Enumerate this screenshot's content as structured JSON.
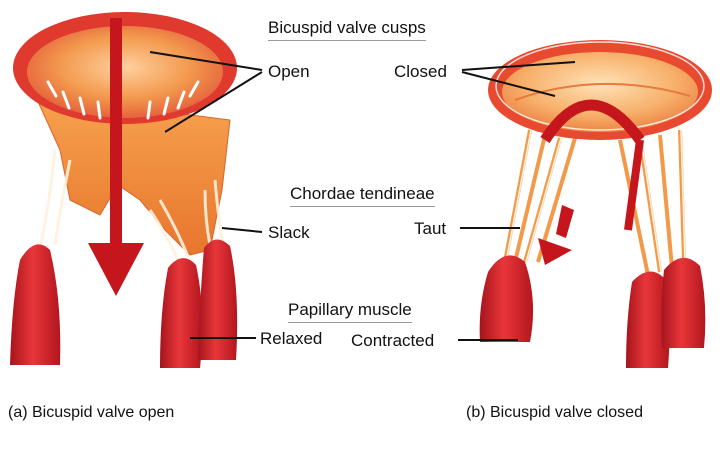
{
  "headings": {
    "cusps": "Bicuspid valve cusps",
    "chordae": "Chordae tendineae",
    "papillary": "Papillary muscle"
  },
  "labels": {
    "open": "Open",
    "closed": "Closed",
    "slack": "Slack",
    "taut": "Taut",
    "relaxed": "Relaxed",
    "contracted": "Contracted"
  },
  "captions": {
    "a": "(a) Bicuspid valve open",
    "b": "(b) Bicuspid valve closed"
  },
  "colors": {
    "tissue_orange": "#f08a3a",
    "tissue_light": "#f7b26a",
    "muscle_red": "#d8202a",
    "muscle_dark": "#a6141c",
    "arrow_red": "#c4161c",
    "leader_line": "#111111"
  }
}
